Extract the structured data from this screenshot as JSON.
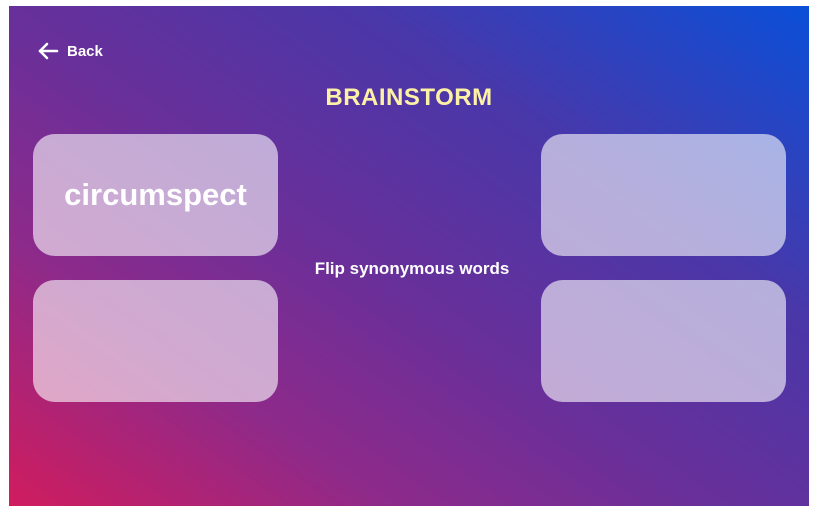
{
  "header": {
    "back_label": "Back",
    "back_icon": "arrow-left-icon"
  },
  "game": {
    "title": "BRAINSTORM",
    "instruction": "Flip synonymous words",
    "cards": [
      {
        "position": "top-left",
        "word": "circumspect",
        "flipped": true
      },
      {
        "position": "bottom-left",
        "word": "",
        "flipped": false
      },
      {
        "position": "top-right",
        "word": "",
        "flipped": false
      },
      {
        "position": "bottom-right",
        "word": "",
        "flipped": false
      }
    ]
  },
  "colors": {
    "title": "#fdf1a6",
    "card_fill": "rgba(255,255,255,0.6)",
    "gradient_start": "#d01c5e",
    "gradient_end": "#0a4fd8"
  }
}
